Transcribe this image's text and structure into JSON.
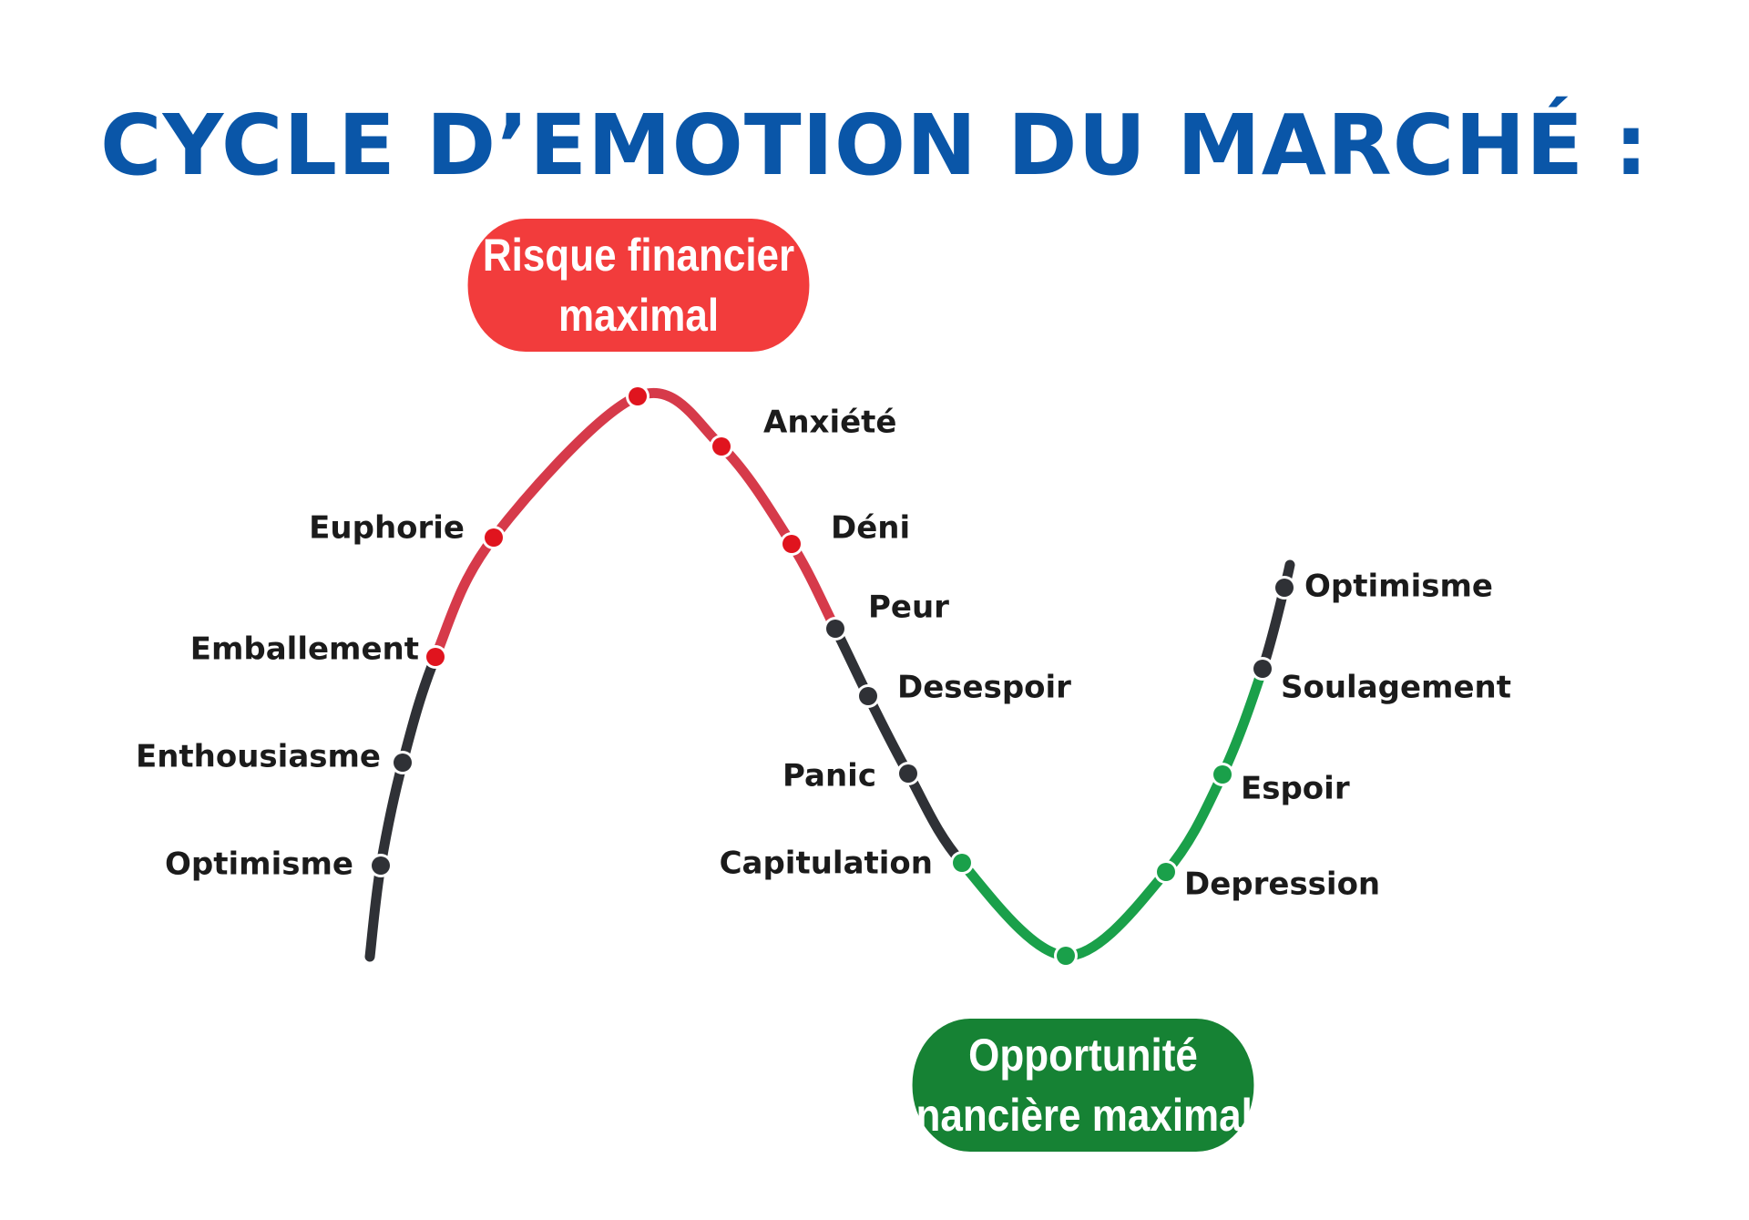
{
  "title": "CYCLE D’EMOTION DU MARCHÉ :",
  "callouts": {
    "risk": {
      "line1": "Risque financier",
      "line2": "maximal"
    },
    "opportunity": {
      "line1": "Opportunité",
      "line2": "financière maximale"
    }
  },
  "colors": {
    "title": "#0a56a8",
    "risk": "#f23c3c",
    "opportunity": "#168234",
    "curve_red": "#d63a4a",
    "curve_dark": "#2f3136",
    "curve_green": "#1aa04a"
  },
  "stages": [
    {
      "label": "Optimisme",
      "phase": "dark"
    },
    {
      "label": "Enthousiasme",
      "phase": "dark"
    },
    {
      "label": "Emballement",
      "phase": "red"
    },
    {
      "label": "Euphorie",
      "phase": "red"
    },
    {
      "label": "",
      "phase": "red"
    },
    {
      "label": "Anxiété",
      "phase": "red"
    },
    {
      "label": "Déni",
      "phase": "red"
    },
    {
      "label": "Peur",
      "phase": "dark"
    },
    {
      "label": "Desespoir",
      "phase": "dark"
    },
    {
      "label": "Panic",
      "phase": "dark"
    },
    {
      "label": "Capitulation",
      "phase": "green"
    },
    {
      "label": "",
      "phase": "green"
    },
    {
      "label": "Depression",
      "phase": "green"
    },
    {
      "label": "Espoir",
      "phase": "green"
    },
    {
      "label": "Soulagement",
      "phase": "dark"
    },
    {
      "label": "Optimisme",
      "phase": "dark"
    }
  ]
}
